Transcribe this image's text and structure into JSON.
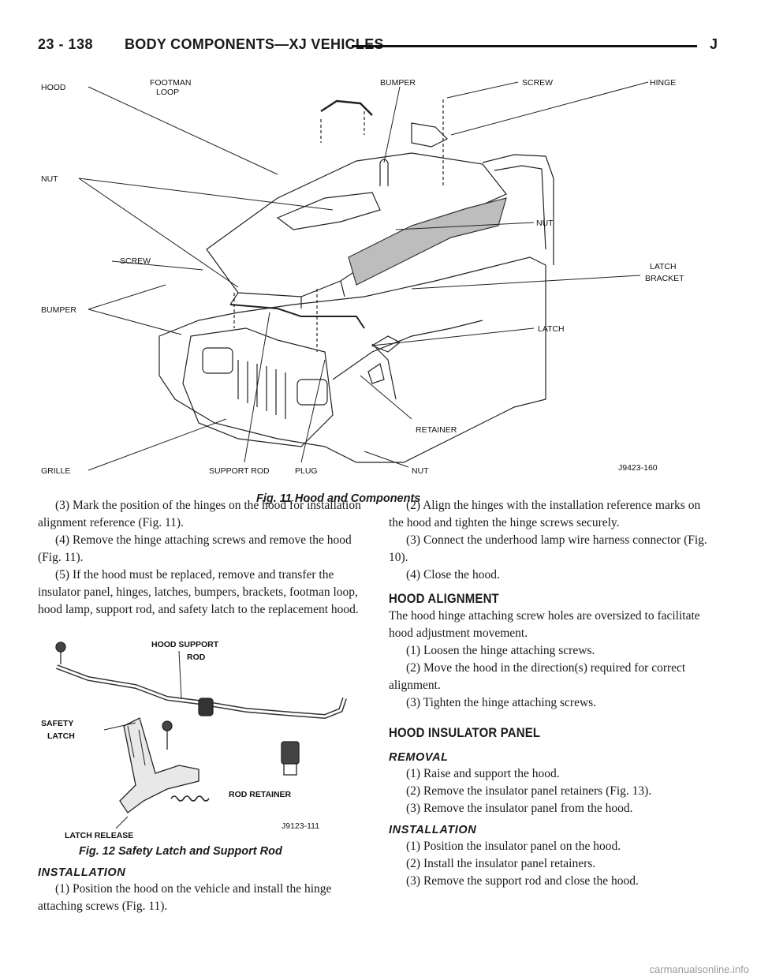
{
  "header": {
    "page_number": "23 - 138",
    "section_title": "BODY COMPONENTS—XJ VEHICLES",
    "letter": "J"
  },
  "figure11": {
    "caption": "Fig. 11 Hood and Components",
    "code": "J9423-160",
    "labels": {
      "hood": "HOOD",
      "footman1": "FOOTMAN",
      "footman2": "LOOP",
      "bumper_top": "BUMPER",
      "screw_top": "SCREW",
      "hinge": "HINGE",
      "nut_left": "NUT",
      "nut_right": "NUT",
      "screw_left": "SCREW",
      "latch_bracket1": "LATCH",
      "latch_bracket2": "BRACKET",
      "bumper_left": "BUMPER",
      "latch": "LATCH",
      "retainer": "RETAINER",
      "grille": "GRILLE",
      "support_rod": "SUPPORT ROD",
      "plug": "PLUG",
      "nut_bottom": "NUT"
    }
  },
  "figure12": {
    "caption": "Fig. 12 Safety Latch and Support Rod",
    "code": "J9123-111",
    "labels": {
      "hood_support1": "HOOD SUPPORT",
      "hood_support2": "ROD",
      "safety1": "SAFETY",
      "safety2": "LATCH",
      "rod_retainer": "ROD RETAINER",
      "latch_release": "LATCH RELEASE"
    }
  },
  "left_column": {
    "p1": "(3) Mark the position of the hinges on the hood for installation alignment reference (Fig. 11).",
    "p2": "(4) Remove the hinge attaching screws and remove the hood (Fig. 11).",
    "p3": "(5) If the hood must be replaced, remove and transfer the insulator panel, hinges, latches, bumpers, brackets, footman loop, hood lamp, support rod, and safety latch to the replacement hood.",
    "installation_heading": "INSTALLATION",
    "p4": "(1) Position the hood on the vehicle and install the hinge attaching screws (Fig. 11)."
  },
  "right_column": {
    "p1": "(2) Align the hinges with the installation reference marks on the hood and tighten the hinge screws securely.",
    "p2": "(3) Connect the underhood lamp wire harness connector (Fig. 10).",
    "p3": "(4) Close the hood.",
    "alignment_heading": "HOOD ALIGNMENT",
    "alignment_intro": "The hood hinge attaching screw holes are oversized to facilitate hood adjustment movement.",
    "a1": "(1) Loosen the hinge attaching screws.",
    "a2": "(2) Move the hood in the direction(s) required for correct alignment.",
    "a3": "(3) Tighten the hinge attaching screws.",
    "insulator_heading": "HOOD INSULATOR PANEL",
    "removal_heading": "REMOVAL",
    "r1": "(1) Raise and support the hood.",
    "r2": "(2) Remove the insulator panel retainers (Fig. 13).",
    "r3": "(3) Remove the insulator panel from the hood.",
    "installation_heading": "INSTALLATION",
    "i1": "(1) Position the insulator panel on the hood.",
    "i2": "(2) Install the insulator panel retainers.",
    "i3": "(3) Remove the support rod and close the hood."
  },
  "watermark": "carmanualsonline.info"
}
